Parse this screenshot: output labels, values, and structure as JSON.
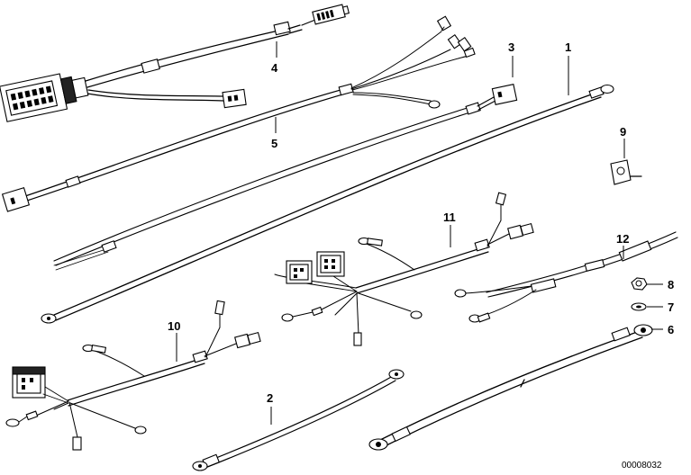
{
  "callouts": {
    "c1": "1",
    "c2": "2",
    "c3": "3",
    "c4": "4",
    "c5": "5",
    "c6": "6",
    "c7": "7",
    "c8": "8",
    "c9": "9",
    "c10": "10",
    "c11": "11",
    "c12": "12"
  },
  "diagram_code": "00008032"
}
